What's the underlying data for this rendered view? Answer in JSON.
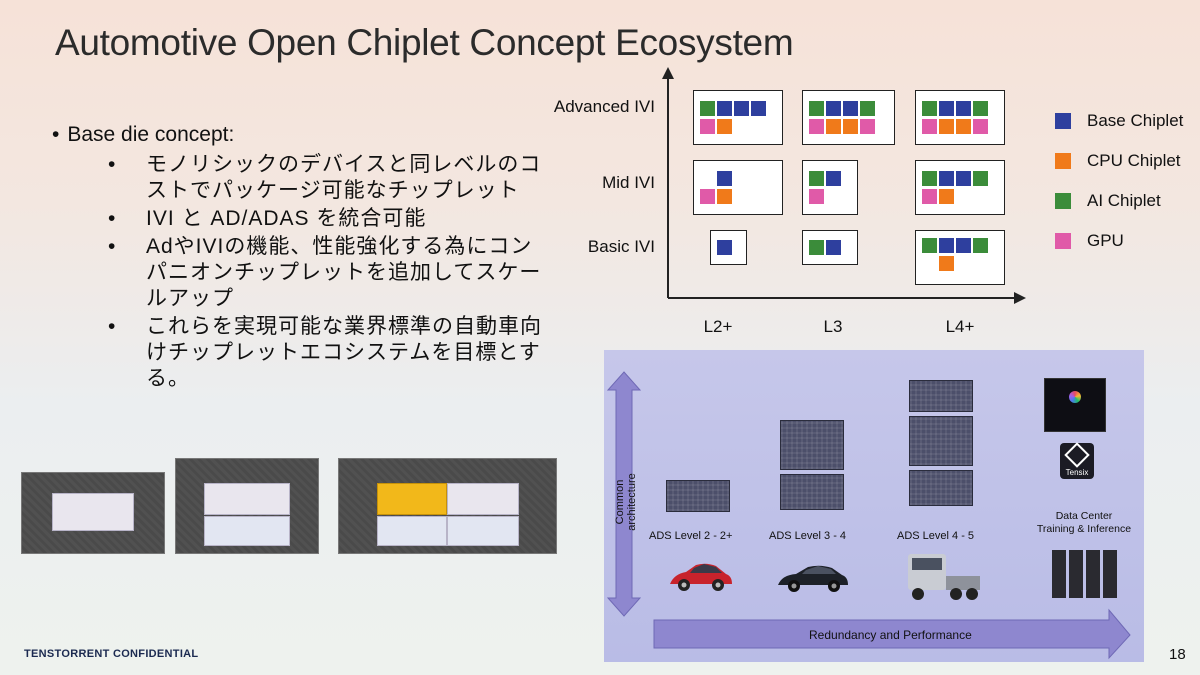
{
  "title": "Automotive Open Chiplet Concept Ecosystem",
  "bullets": {
    "main": "Base die concept:",
    "sub": [
      "モノリシックのデバイスと同レベルのコストでパッケージ可能なチップレット",
      "IVI と AD/ADAS を統合可能",
      "AdやIVIの機能、性能強化する為にコンパニオンチップレットを追加してスケールアップ",
      "これらを実現可能な業界標準の自動車向けチップレットエコシステムを目標とする。"
    ]
  },
  "matrix": {
    "rows": [
      "Advanced IVI",
      "Mid IVI",
      "Basic IVI"
    ],
    "cols": [
      "L2+",
      "L3",
      "L4+"
    ]
  },
  "legend": [
    {
      "label": "Base Chiplet",
      "color": "#2e3f9e"
    },
    {
      "label": "CPU Chiplet",
      "color": "#f07a1a"
    },
    {
      "label": "AI Chiplet",
      "color": "#3b8c3a"
    },
    {
      "label": "GPU",
      "color": "#e05aa8"
    }
  ],
  "panel": {
    "vertical_axis": "Common architecture",
    "horizontal_axis": "Redundancy and Performance",
    "levels": [
      "ADS Level 2 - 2+",
      "ADS Level 3 - 4",
      "ADS Level 4 - 5"
    ],
    "datacenter": "Data Center\nTraining & Inference",
    "tensix_logo": "Tensix"
  },
  "footer": {
    "confidential": "TENSTORRENT CONFIDENTIAL",
    "page": "18"
  }
}
